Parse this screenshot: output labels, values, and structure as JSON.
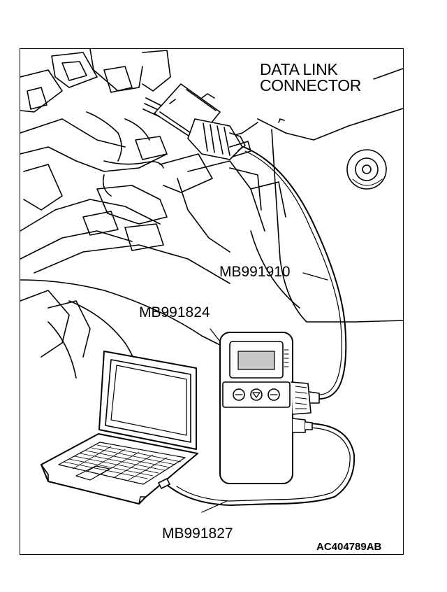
{
  "labels": {
    "data_link_connector_line1": "DATA LINK",
    "data_link_connector_line2": "CONNECTOR",
    "cable_mb991910": "MB991910",
    "tool_mb991824": "MB991824",
    "cable_mb991827": "MB991827",
    "figure_code": "AC404789AB"
  },
  "colors": {
    "ink": "#000000",
    "paper": "#ffffff",
    "screen": "#c8c8c8"
  }
}
